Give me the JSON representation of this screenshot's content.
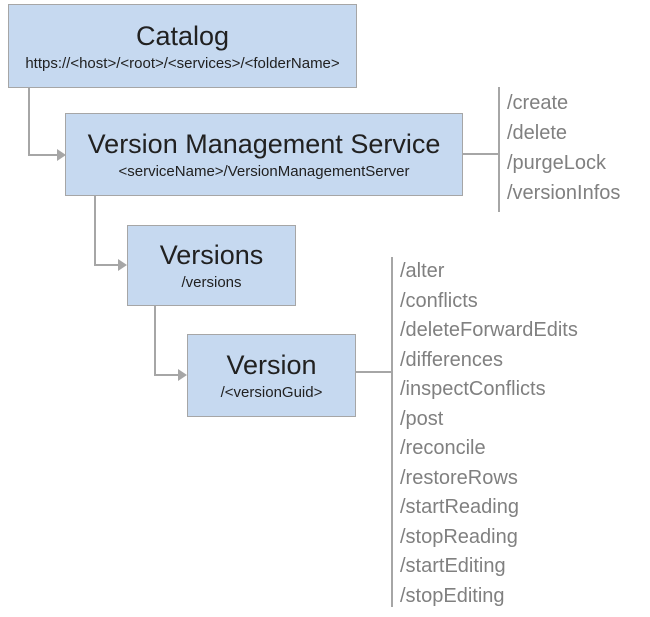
{
  "diagram": {
    "nodes": {
      "catalog": {
        "title": "Catalog",
        "subtitle": "https://<host>/<root>/<services>/<folderName>"
      },
      "version_management_service": {
        "title": "Version Management Service",
        "subtitle": "<serviceName>/VersionManagementServer"
      },
      "versions": {
        "title": "Versions",
        "subtitle": "/versions"
      },
      "version": {
        "title": "Version",
        "subtitle": "/<versionGuid>"
      }
    },
    "vms_operations": [
      "/create",
      "/delete",
      "/purgeLock",
      "/versionInfos"
    ],
    "version_operations": [
      "/alter",
      "/conflicts",
      "/deleteForwardEdits",
      "/differences",
      "/inspectConflicts",
      "/post",
      "/reconcile",
      "/restoreRows",
      "/startReading",
      "/stopReading",
      "/startEditing",
      "/stopEditing"
    ],
    "colors": {
      "node_fill": "#c6d9f0",
      "node_border": "#a6a6a6",
      "connector": "#a6a6a6",
      "operation_text": "#808080",
      "title_text": "#212121"
    }
  }
}
